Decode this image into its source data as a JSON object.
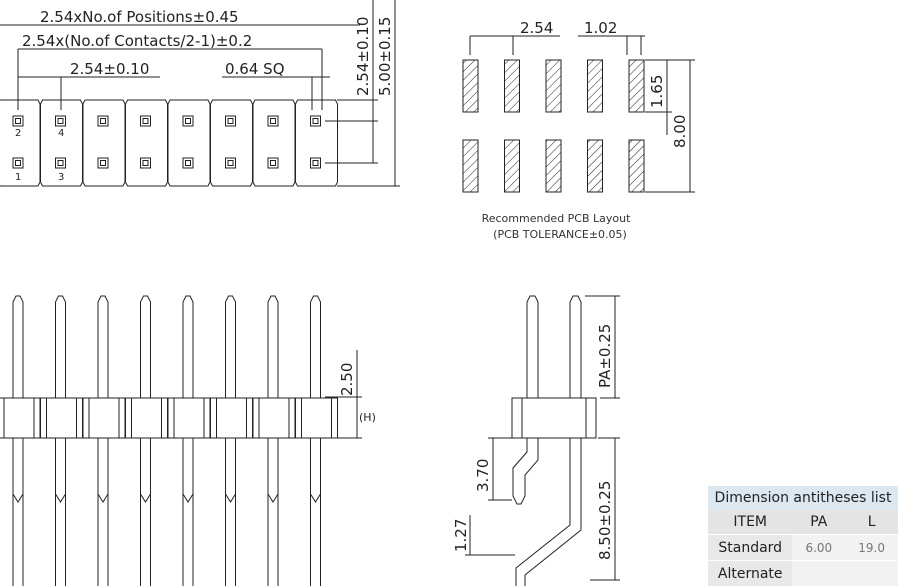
{
  "top_view": {
    "dim_positions": "2.54xNo.of  Positions±0.45",
    "dim_contacts": "2.54x(No.of  Contacts/2-1)±0.2",
    "dim_pitch": "2.54±0.10",
    "dim_square": "0.64  SQ",
    "dim_row_pitch": "2.54±0.10",
    "dim_height": "5.00±0.15",
    "pin_labels": [
      "2",
      "4",
      "1",
      "3"
    ]
  },
  "pcb_layout": {
    "dim_pitch": "2.54",
    "dim_pad_width": "1.02",
    "dim_pad_length": "1.65",
    "dim_total": "8.00",
    "caption_line1": "Recommended PCB Layout",
    "caption_line2": "(PCB TOLERANCE±0.05)"
  },
  "front_view": {
    "dim_top": "2.50",
    "dim_h": "(H)"
  },
  "side_view": {
    "dim_pa": "PA±0.25",
    "dim_370": "3.70",
    "dim_127": "1.27",
    "dim_850": "8.50±0.25"
  },
  "table": {
    "title": "Dimension antitheses list",
    "headers": [
      "ITEM",
      "PA",
      "L"
    ],
    "rows": [
      {
        "item": "Standard",
        "pa": "6.00",
        "l": "19.0"
      },
      {
        "item": "Alternate",
        "pa": "",
        "l": ""
      }
    ]
  }
}
